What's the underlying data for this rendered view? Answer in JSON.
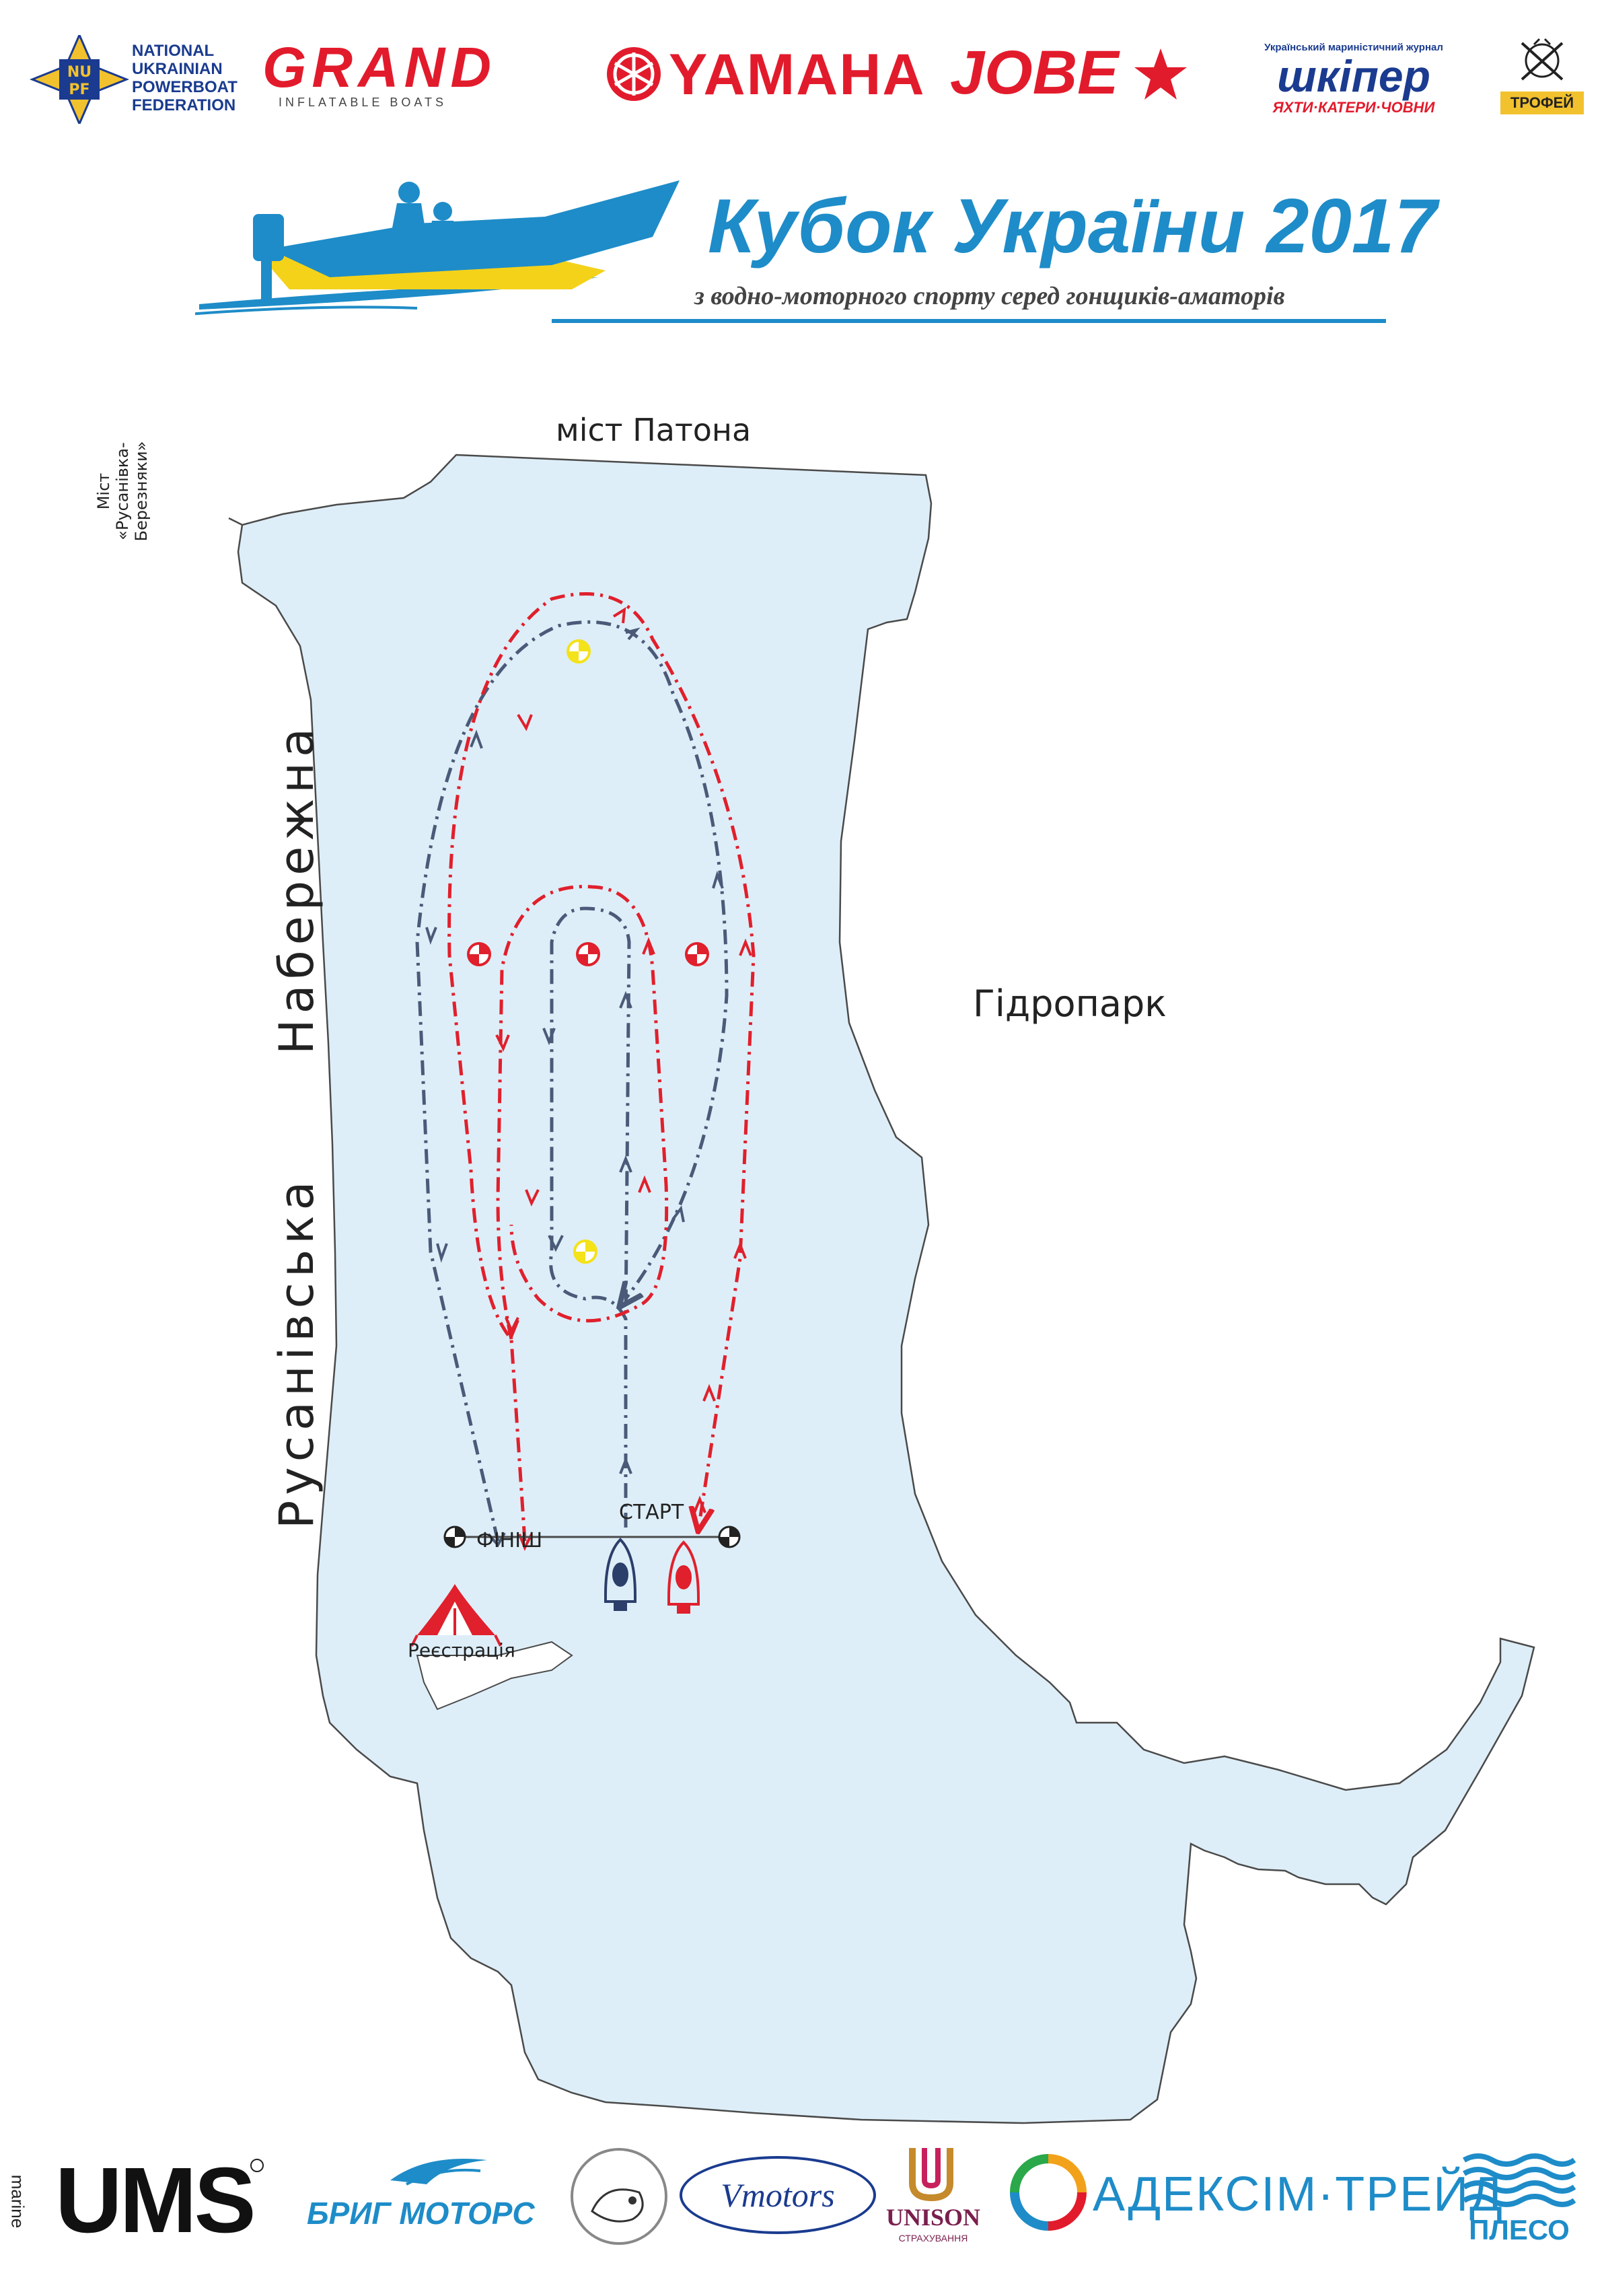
{
  "header": {
    "nupf_badge": "NUPF",
    "nupf_lines": [
      "NATIONAL",
      "UKRAINIAN",
      "POWERBOAT",
      "FEDERATION"
    ],
    "grand": {
      "name": "GRAND",
      "sub": "INFLATABLE BOATS"
    },
    "yamaha": "YAMAHA",
    "jobe": "JOBE",
    "skipper": {
      "tag": "Український маринiстичний журнал",
      "name": "шкiпер",
      "sub": "ЯХТИ·КАТЕРИ·ЧОВНИ"
    },
    "trophy": "ТРОФЕЙ"
  },
  "title": {
    "main": "Кубок України 2017",
    "subtitle": "з водно-моторного спорту серед гонщиків-аматорів"
  },
  "map": {
    "bridge_top": "міст Патона",
    "bridge_left_line1": "Міст",
    "bridge_left_line2": "«Русанівка-",
    "bridge_left_line3": "Березняки»",
    "embankment_word1": "Набережна",
    "embankment_word2": "Русанівська",
    "park": "Гідропарк",
    "start": "СТАРТ",
    "finish": "ФІНІШ",
    "registration": "Реєстрація",
    "colors": {
      "water": "#deeef8",
      "shore_line": "#4a4a4a",
      "blue_route": "#4a5a78",
      "red_route": "#e0202c",
      "buoy_red": "#e0202c",
      "buoy_yellow": "#f4e21a"
    }
  },
  "footer": {
    "ums": "UMS",
    "ums_marine": "marine",
    "brig": "БРИГ МОТОРС",
    "vmotors": "Vmotors",
    "unison": "UNISON",
    "unison_sub": "СТРАХУВАННЯ",
    "adeksim": "АДЕКСІМ·ТРЕЙД",
    "pleso": "ПЛЕСО"
  }
}
